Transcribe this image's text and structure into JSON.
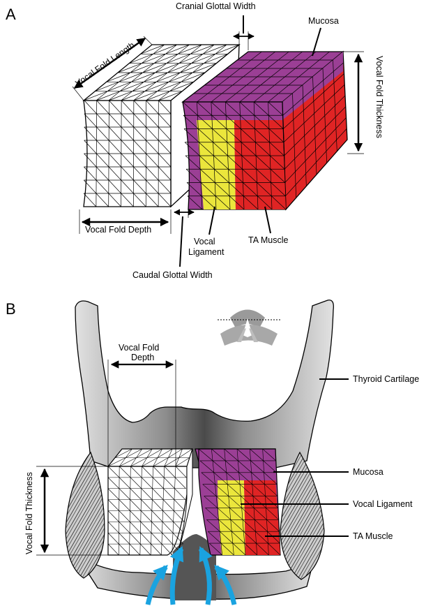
{
  "panels": {
    "a": {
      "letter": "A",
      "labels": {
        "cranial_glottal_width": "Cranial Glottal Width",
        "mucosa": "Mucosa",
        "vocal_fold_length": "Vocal Fold Length",
        "vocal_fold_thickness": "Vocal Fold Thickness",
        "vocal_fold_depth": "Vocal Fold Depth",
        "vocal_ligament_line1": "Vocal",
        "vocal_ligament_line2": "Ligament",
        "ta_muscle": "TA Muscle",
        "caudal_glottal_width": "Caudal Glottal Width"
      }
    },
    "b": {
      "letter": "B",
      "labels": {
        "vocal_fold_depth_line1": "Vocal Fold",
        "vocal_fold_depth_line2": "Depth",
        "thyroid_cartilage": "Thyroid Cartilage",
        "mucosa": "Mucosa",
        "vocal_ligament": "Vocal Ligament",
        "ta_muscle": "TA Muscle",
        "vocal_fold_thickness": "Vocal Fold Thickness"
      }
    }
  },
  "colors": {
    "mucosa": "#9b3f95",
    "vocal_ligament": "#ebe63c",
    "ta_muscle": "#e02424",
    "cartilage": "#6f6f6f",
    "airflow_arrows": "#1aa3e0"
  }
}
